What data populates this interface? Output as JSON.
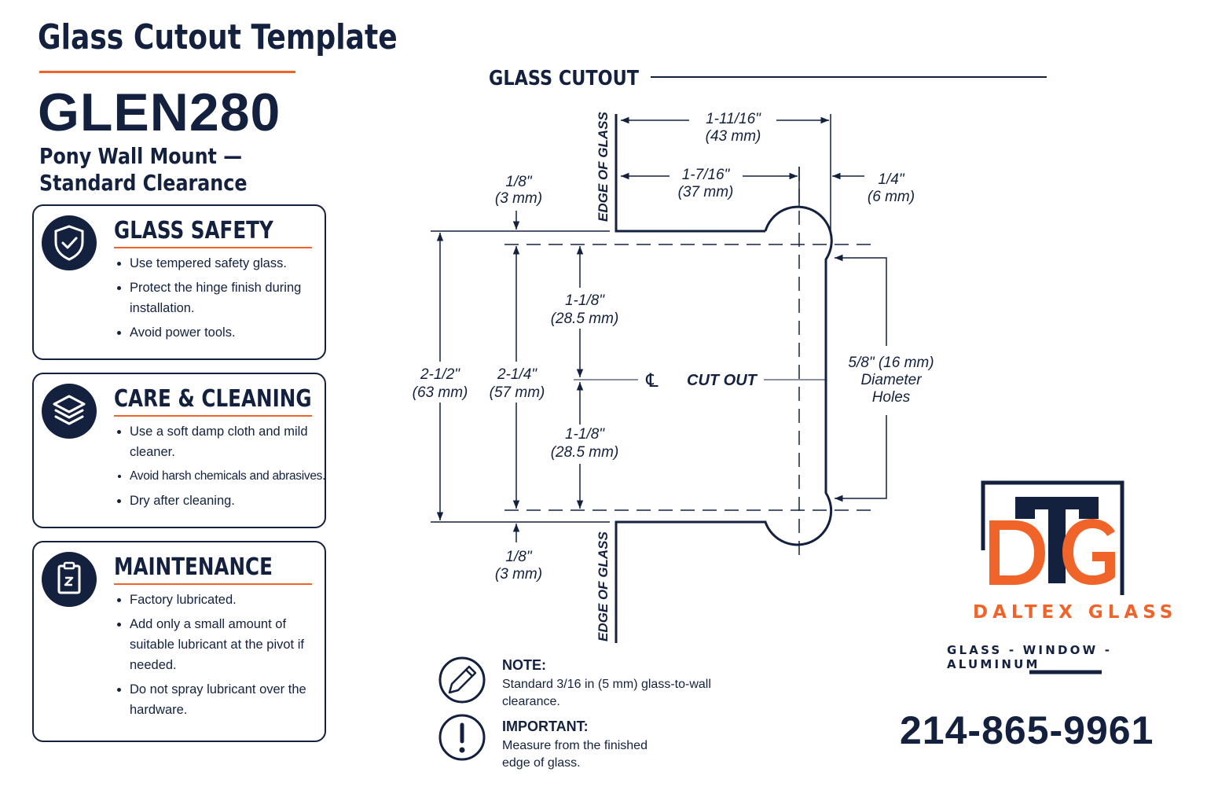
{
  "title": "Glass Cutout Template",
  "model": "GLEN280",
  "subtitle_line1": "Pony Wall Mount —",
  "subtitle_line2": "Standard Clearance",
  "cards": [
    {
      "heading": "GLASS SAFETY",
      "icon": "shield-check-icon",
      "items": [
        "Use tempered safety glass.",
        "Protect the hinge finish during installation.",
        "Avoid power tools."
      ]
    },
    {
      "heading": "CARE & CLEANING",
      "icon": "layers-icon",
      "items": [
        "Use a soft damp cloth and mild cleaner.",
        "Avoid harsh chemicals and abrasives.",
        "Dry after cleaning."
      ]
    },
    {
      "heading": "MAINTENANCE",
      "icon": "clipboard-icon",
      "items": [
        "Factory lubricated.",
        "Add only a small amount of suitable lubricant at the pivot if needed.",
        "Do not spray lubricant over the hardware."
      ]
    }
  ],
  "diagram": {
    "heading": "GLASS CUTOUT",
    "edge_label": "EDGE OF GLASS",
    "cutout_label": "CUT OUT",
    "centerline_symbol": "℄",
    "dims": {
      "total_width": [
        "1-11/16\"",
        "(43 mm)"
      ],
      "inner_width": [
        "1-7/16\"",
        "(37 mm)"
      ],
      "hole_offset": [
        "1/4\"",
        "(6 mm)"
      ],
      "top_offset": [
        "1/8\"",
        "(3 mm)"
      ],
      "bottom_offset": [
        "1/8\"",
        "(3 mm)"
      ],
      "upper_half": [
        "1-1/8\"",
        "(28.5 mm)"
      ],
      "lower_half": [
        "1-1/8\"",
        "(28.5 mm)"
      ],
      "overall_height": [
        "2-1/2\"",
        "(63 mm)"
      ],
      "hole_spacing": [
        "2-1/4\"",
        "(57 mm)"
      ],
      "hole_diameter": [
        "5/8\" (16 mm)",
        "Diameter",
        "Holes"
      ]
    }
  },
  "notes": [
    {
      "icon": "pencil-icon",
      "heading": "NOTE:",
      "body": "Standard 3/16 in (5 mm) glass-to-wall clearance."
    },
    {
      "icon": "exclamation-icon",
      "heading": "IMPORTANT:",
      "body": "Measure from the finished edge of glass."
    }
  ],
  "brand": {
    "logo_letters": "DTG",
    "name": "DALTEX GLASS",
    "tagline": "GLASS - WINDOW - ALUMINUM",
    "phone": "214-865-9961",
    "accent_color": "#f0642a",
    "navy_color": "#13213f"
  }
}
